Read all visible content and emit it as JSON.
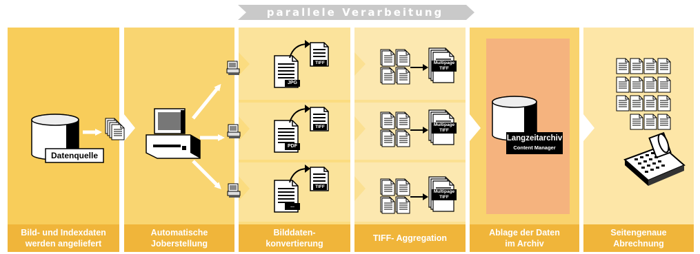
{
  "banner": {
    "text": "parallele Verarbeitung"
  },
  "stages": [
    {
      "label": "Bild- und Indexdaten\nwerden angeliefert"
    },
    {
      "label": "Automatische\nJoberstellung"
    },
    {
      "label": "Bilddaten-\nkonvertierung"
    },
    {
      "label": "TIFF- Aggregation"
    },
    {
      "label": "Ablage der Daten\nim Archiv"
    },
    {
      "label": "Seitengenaue\nAbrechnung"
    }
  ],
  "datasource": {
    "label": "Datenquelle"
  },
  "conversion": {
    "rows": [
      {
        "source_format": "JPG",
        "target_format": "TIFF"
      },
      {
        "source_format": "PDF",
        "target_format": "TIFF"
      },
      {
        "source_format": "...",
        "target_format": "TIFF"
      }
    ]
  },
  "aggregation": {
    "label_line1": "Multipage",
    "label_line2": "TIFF"
  },
  "archive": {
    "title": "Langzeitarchiv",
    "subtitle": "Content Manager"
  },
  "colors": {
    "stage_1": "#f8cd5a",
    "stage_2": "#f9d571",
    "stage_3": "#fbdc80",
    "stage_4": "#fbe092",
    "stage_5": "#f9d36e",
    "stage_6": "#fde6a7",
    "label_bar": "#f0b53a",
    "archive_box": "#f5b37e",
    "banner": "#c9c9c9"
  }
}
